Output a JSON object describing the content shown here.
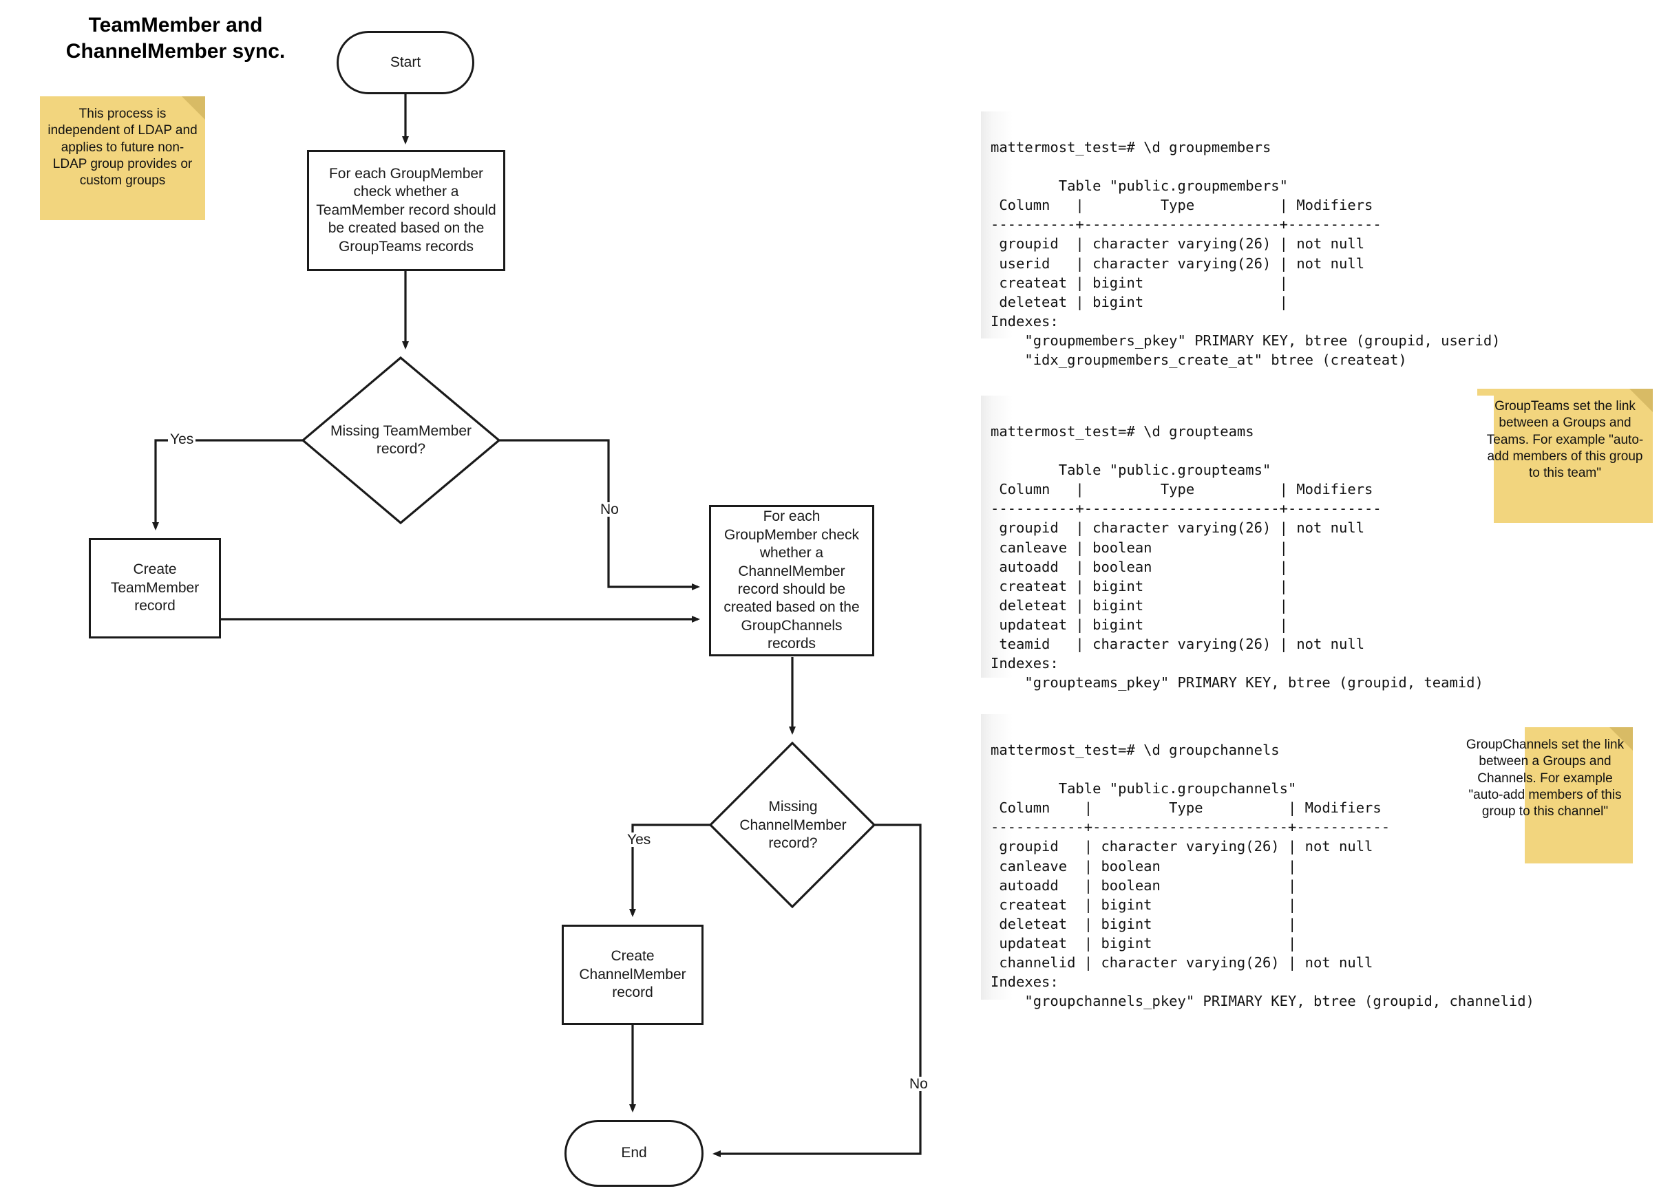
{
  "title": {
    "line1": "TeamMember and",
    "line2": "ChannelMember sync.",
    "full": "TeamMember and ChannelMember sync."
  },
  "colors": {
    "sticky_fill": "#f2d57e",
    "sticky_fold": "#d8bb65",
    "node_stroke": "#1a1a1a",
    "node_fill": "#ffffff",
    "console_bg": "#ffffff",
    "text": "#1a1a1a"
  },
  "sticky_notes": [
    {
      "id": "note-ldap",
      "text": "This process is independent of LDAP and applies to future non-LDAP group provides or custom groups"
    },
    {
      "id": "note-groupteams",
      "text": "GroupTeams set the link between a Groups and Teams. For example \"auto-add members of this group to this team\""
    },
    {
      "id": "note-groupchannels",
      "text": "GroupChannels set the link between a Groups and Channels. For example \"auto-add members of this group to this channel\""
    }
  ],
  "flowchart": {
    "start_node": "Start",
    "end_node": "End",
    "process_1": "For each GroupMember check whether a TeamMember record should be created based on the GroupTeams records",
    "decision_1": "Missing TeamMember record?",
    "action_1": "Create TeamMember record",
    "process_2": "For each GroupMember check whether a ChannelMember record should be created based on the GroupChannels records",
    "decision_2": "Missing ChannelMember record?",
    "action_2": "Create ChannelMember record",
    "labels": {
      "yes_1": "Yes",
      "no_1": "No",
      "yes_2": "Yes",
      "no_2": "No"
    }
  },
  "consoles": [
    {
      "id": "console-groupmembers",
      "prompt": "mattermost_test=# \\d groupmembers",
      "table_caption": "Table \"public.groupmembers\"",
      "header": " Column   |         Type          | Modifiers",
      "rule": "----------+-----------------------+-----------",
      "rows": [
        " groupid  | character varying(26) | not null",
        " userid   | character varying(26) | not null",
        " createat | bigint                |",
        " deleteat | bigint                |"
      ],
      "indexes_label": "Indexes:",
      "indexes": [
        "    \"groupmembers_pkey\" PRIMARY KEY, btree (groupid, userid)",
        "    \"idx_groupmembers_create_at\" btree (createat)"
      ]
    },
    {
      "id": "console-groupteams",
      "prompt": "mattermost_test=# \\d groupteams",
      "table_caption": "Table \"public.groupteams\"",
      "header": " Column   |         Type          | Modifiers",
      "rule": "----------+-----------------------+-----------",
      "rows": [
        " groupid  | character varying(26) | not null",
        " canleave | boolean               |",
        " autoadd  | boolean               |",
        " createat | bigint                |",
        " deleteat | bigint                |",
        " updateat | bigint                |",
        " teamid   | character varying(26) | not null"
      ],
      "indexes_label": "Indexes:",
      "indexes": [
        "    \"groupteams_pkey\" PRIMARY KEY, btree (groupid, teamid)"
      ]
    },
    {
      "id": "console-groupchannels",
      "prompt": "mattermost_test=# \\d groupchannels",
      "table_caption": "Table \"public.groupchannels\"",
      "header": " Column    |         Type          | Modifiers",
      "rule": "-----------+-----------------------+-----------",
      "rows": [
        " groupid   | character varying(26) | not null",
        " canleave  | boolean               |",
        " autoadd   | boolean               |",
        " createat  | bigint                |",
        " deleteat  | bigint                |",
        " updateat  | bigint                |",
        " channelid | character varying(26) | not null"
      ],
      "indexes_label": "Indexes:",
      "indexes": [
        "    \"groupchannels_pkey\" PRIMARY KEY, btree (groupid, channelid)"
      ]
    }
  ]
}
